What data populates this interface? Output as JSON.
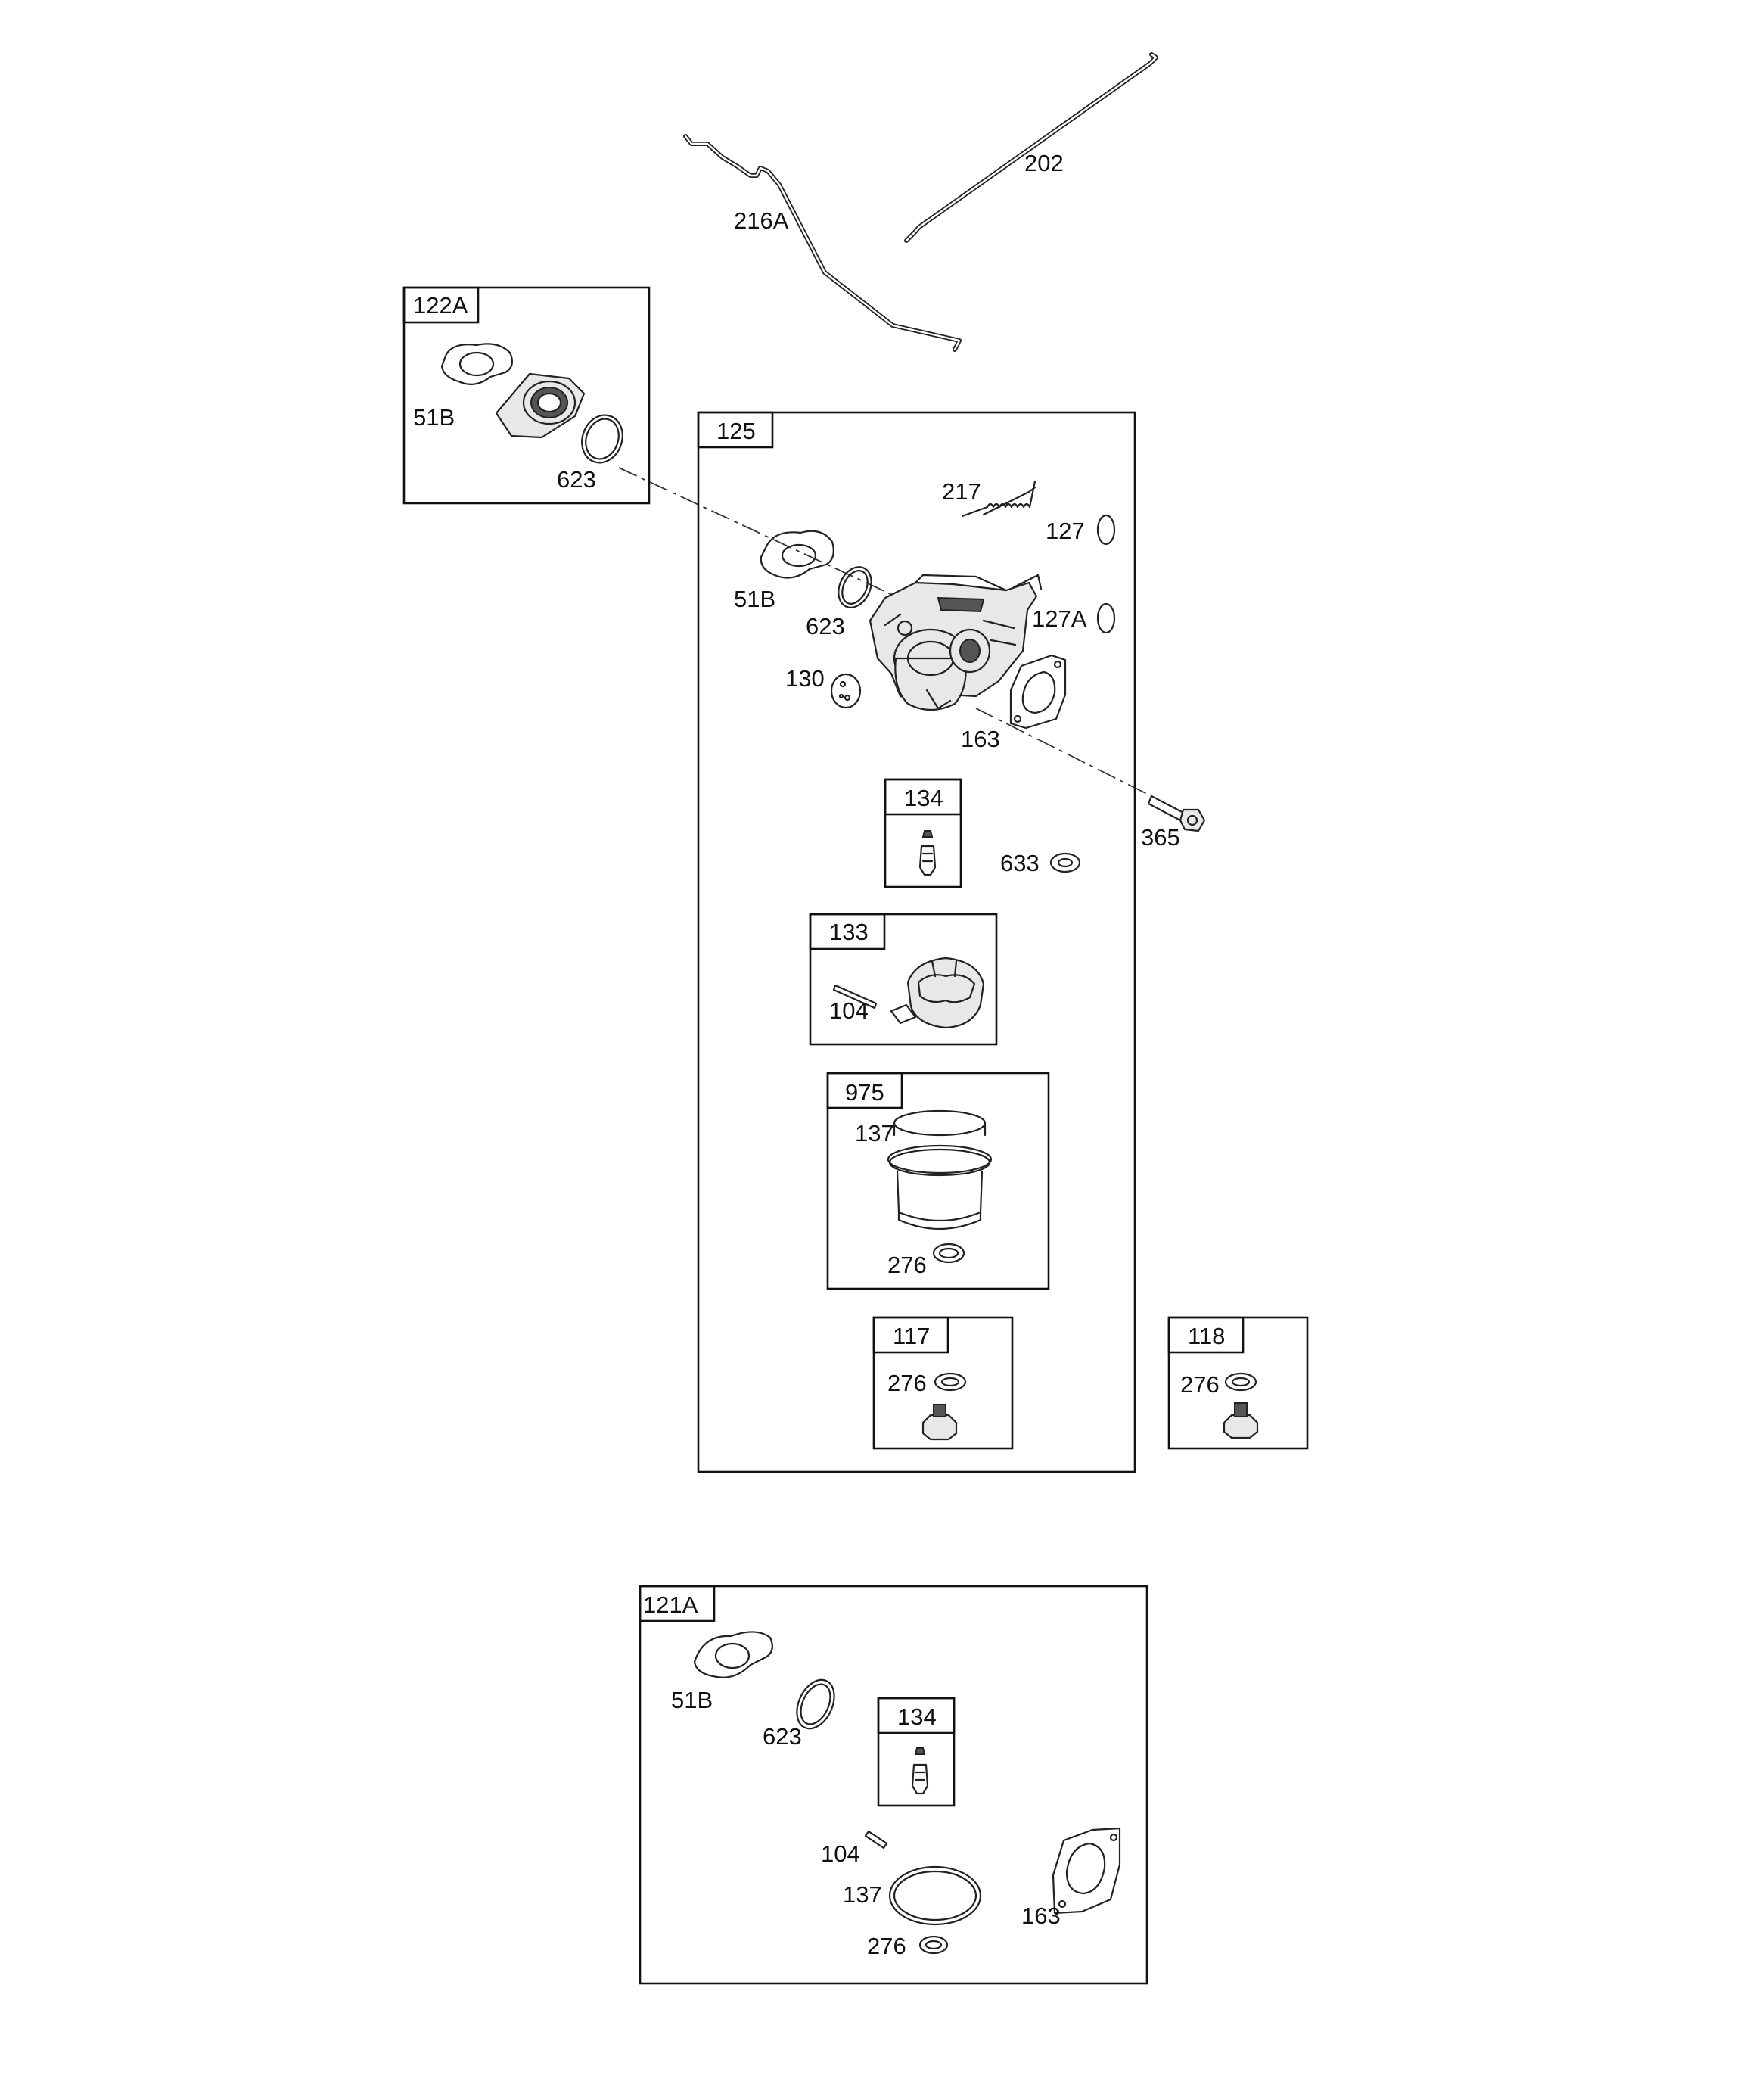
{
  "labels": {
    "l202": "202",
    "l216A": "216A",
    "l122A": "122A",
    "l122A_51B": "51B",
    "l122A_623": "623",
    "l125": "125",
    "l217": "217",
    "l127": "127",
    "l127A": "127A",
    "l51B": "51B",
    "l623": "623",
    "l130": "130",
    "l163": "163",
    "l365": "365",
    "l134": "134",
    "l633": "633",
    "l133": "133",
    "l104": "104",
    "l975": "975",
    "l137": "137",
    "l276": "276",
    "l117": "117",
    "l117_276": "276",
    "l118": "118",
    "l118_276": "276",
    "l121A": "121A",
    "l121A_51B": "51B",
    "l121A_623": "623",
    "l121A_134": "134",
    "l121A_104": "104",
    "l121A_137": "137",
    "l121A_163": "163",
    "l121A_276": "276"
  }
}
